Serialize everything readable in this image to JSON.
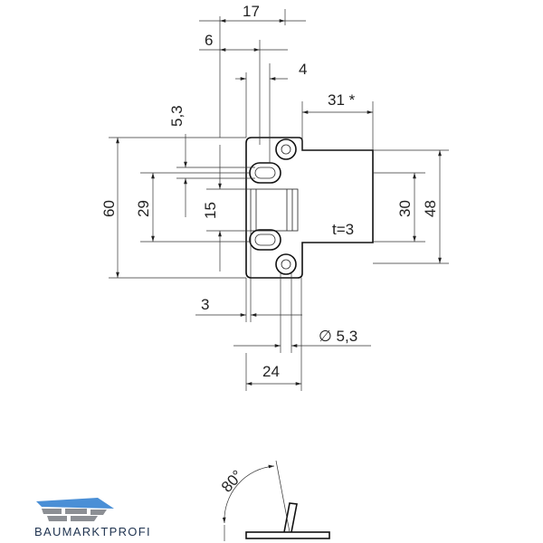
{
  "dimensions": {
    "d17": "17",
    "d6": "6",
    "d4": "4",
    "d53v": "5,3",
    "d31": "31 *",
    "d60": "60",
    "d29": "29",
    "d15": "15",
    "d30": "30",
    "d48": "48",
    "thickness": "t=3",
    "d3": "3",
    "d53dia": "∅ 5,3",
    "d24": "24",
    "angle": "80°"
  },
  "logo": {
    "text": "BAUMARKTPROFI",
    "colors": {
      "blue": "#4a8fd6",
      "grey": "#8c8f94",
      "dark": "#1f3350"
    }
  }
}
